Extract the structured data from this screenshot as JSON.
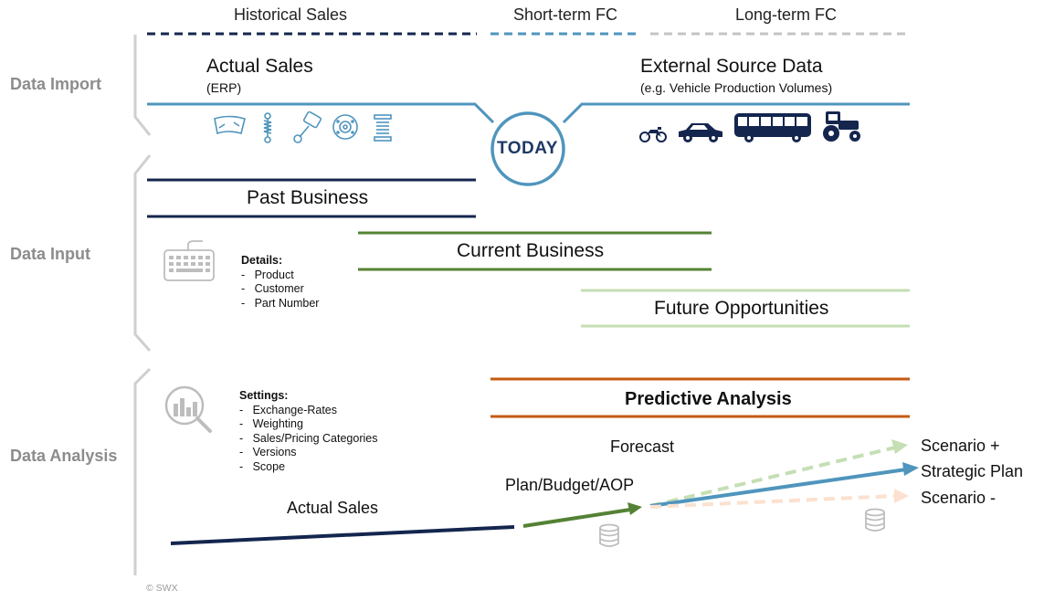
{
  "colors": {
    "historical": "#14264e",
    "short_term": "#4f95bd",
    "long_term": "#c4c4c4",
    "import_line": "#4f95bd",
    "past_business": "#14264e",
    "current_business": "#548235",
    "future_opportunities": "#c5dfb4",
    "predictive_analysis": "#c55a11",
    "bracket": "#cfcfcf",
    "icon_light": "#4f95bd",
    "icon_dark": "#14264e"
  },
  "timeline": {
    "historical": "Historical Sales",
    "short_term": "Short-term FC",
    "long_term": "Long-term FC"
  },
  "sections": {
    "import": "Data Import",
    "input": "Data Input",
    "analysis": "Data Analysis"
  },
  "import": {
    "actual_title": "Actual Sales",
    "actual_sub": "(ERP)",
    "external_title": "External Source Data",
    "external_sub": "(e.g. Vehicle Production Volumes)",
    "today": "TODAY",
    "part_icons": [
      "windshield-icon",
      "shock-absorber-icon",
      "piston-icon",
      "brake-disc-icon",
      "air-filter-icon"
    ],
    "vehicle_icons": [
      "motorcycle-icon",
      "car-icon",
      "bus-icon",
      "tractor-icon"
    ]
  },
  "input": {
    "past": "Past Business",
    "current": "Current Business",
    "future": "Future Opportunities",
    "details_title": "Details:",
    "details": [
      "Product",
      "Customer",
      "Part Number"
    ]
  },
  "analysis": {
    "settings_title": "Settings:",
    "settings": [
      "Exchange-Rates",
      "Weighting",
      "Sales/Pricing Categories",
      "Versions",
      "Scope"
    ],
    "predictive": "Predictive Analysis",
    "forecast": "Forecast",
    "plan": "Plan/Budget/AOP",
    "actual_sales": "Actual Sales",
    "scenario_plus": "Scenario +",
    "strategic_plan": "Strategic Plan",
    "scenario_minus": "Scenario -"
  },
  "footer": {
    "copyright": "© SWX"
  }
}
